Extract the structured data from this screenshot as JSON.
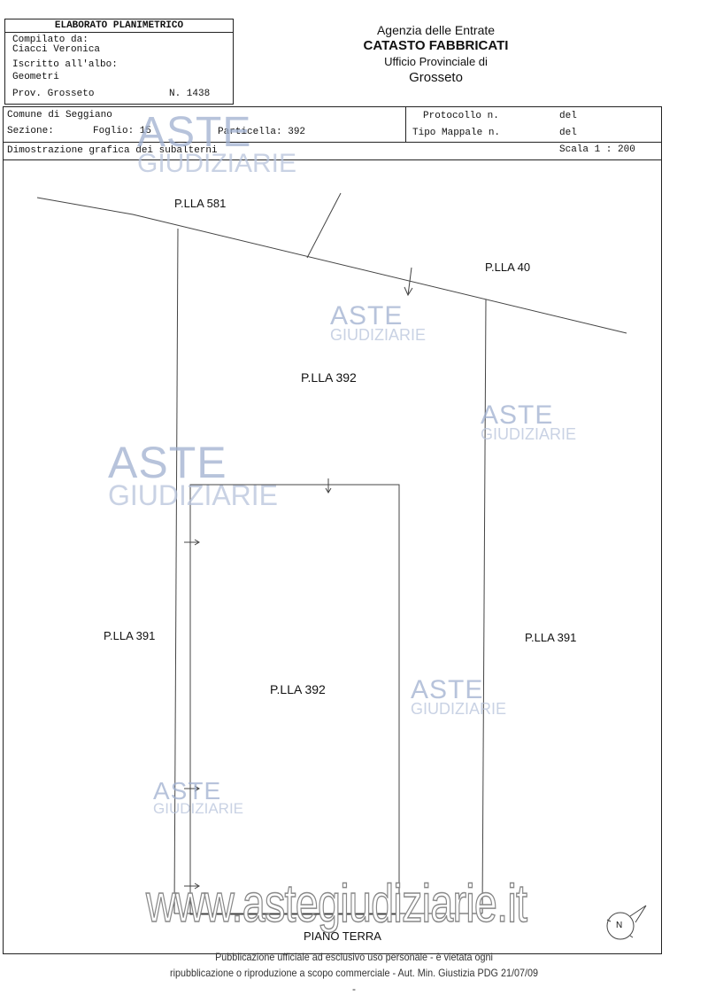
{
  "header_left": {
    "title": "ELABORATO PLANIMETRICO",
    "compiled_label": "Compilato da:",
    "compiled_name": "Ciacci Veronica",
    "albo_label": "Iscritto all'albo:",
    "albo_value": "Geometri",
    "prov": "Prov. Grosseto",
    "number": "N. 1438"
  },
  "header_right": {
    "agency": "Agenzia delle Entrate",
    "catasto": "CATASTO FABBRICATI",
    "office": "Ufficio Provinciale di",
    "city": "Grosseto"
  },
  "info": {
    "comune": "Comune di Seggiano",
    "sezione": "Sezione:",
    "foglio": "Foglio: 15",
    "particella": "Particella: 392",
    "protocollo": "Protocollo n.",
    "del1": "del",
    "tipo_mappale": "Tipo Mappale n.",
    "del2": "del",
    "dimostrazione": "Dimostrazione grafica dei subalterni",
    "scala": "Scala 1 : 200"
  },
  "plan": {
    "labels": [
      "P.LLA 581",
      "P.LLA 40",
      "P.LLA 392",
      "P.LLA 391",
      "P.LLA 392",
      "P.LLA 391"
    ],
    "floor": "PIANO TERRA",
    "north": "N"
  },
  "watermark": {
    "aste": "ASTE",
    "giudiziarie": "GIUDIZIARIE",
    "url": "www.astegiudiziarie.it"
  },
  "footer": {
    "line1": "Pubblicazione ufficiale ad esclusivo uso personale - è vietata ogni",
    "line2": "ripubblicazione o riproduzione a scopo commerciale - Aut. Min. Giustizia PDG 21/07/09",
    "line3": "-"
  }
}
